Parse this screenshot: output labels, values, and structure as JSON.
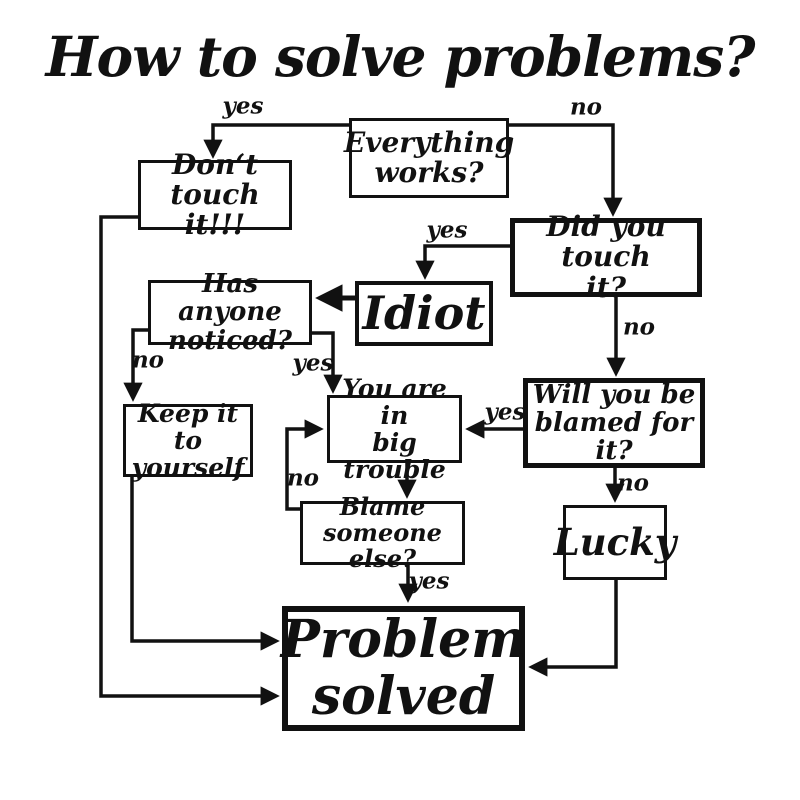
{
  "title": "How to solve problems?",
  "nodes": {
    "everything_works": {
      "label": "Everything\nworks?"
    },
    "dont_touch": {
      "label": "Don‘t touch\nit!!!"
    },
    "did_you_touch": {
      "label": "Did you touch\nit?"
    },
    "idiot": {
      "label": "Idiot"
    },
    "has_anyone_noticed": {
      "label": "Has anyone\nnoticed?"
    },
    "will_you_be_blamed": {
      "label": "Will you be\nblamed for it?"
    },
    "you_are_in_big_trouble": {
      "label": "You are in\nbig trouble"
    },
    "keep_it_to_yourself": {
      "label": "Keep it\nto yourself"
    },
    "blame_someone_else": {
      "label": "Blame someone\nelse?"
    },
    "lucky": {
      "label": "Lucky"
    },
    "problem_solved": {
      "label": "Problem\nsolved"
    }
  },
  "edge_labels": {
    "everything_works_yes": "yes",
    "everything_works_no": "no",
    "did_you_touch_yes": "yes",
    "did_you_touch_no": "no",
    "has_anyone_noticed_no": "no",
    "has_anyone_noticed_yes": "yes",
    "will_you_be_blamed_yes": "yes",
    "will_you_be_blamed_no": "no",
    "blame_someone_else_no": "no",
    "blame_someone_else_yes": "yes"
  },
  "colors": {
    "ink": "#111111",
    "background": "#ffffff"
  }
}
